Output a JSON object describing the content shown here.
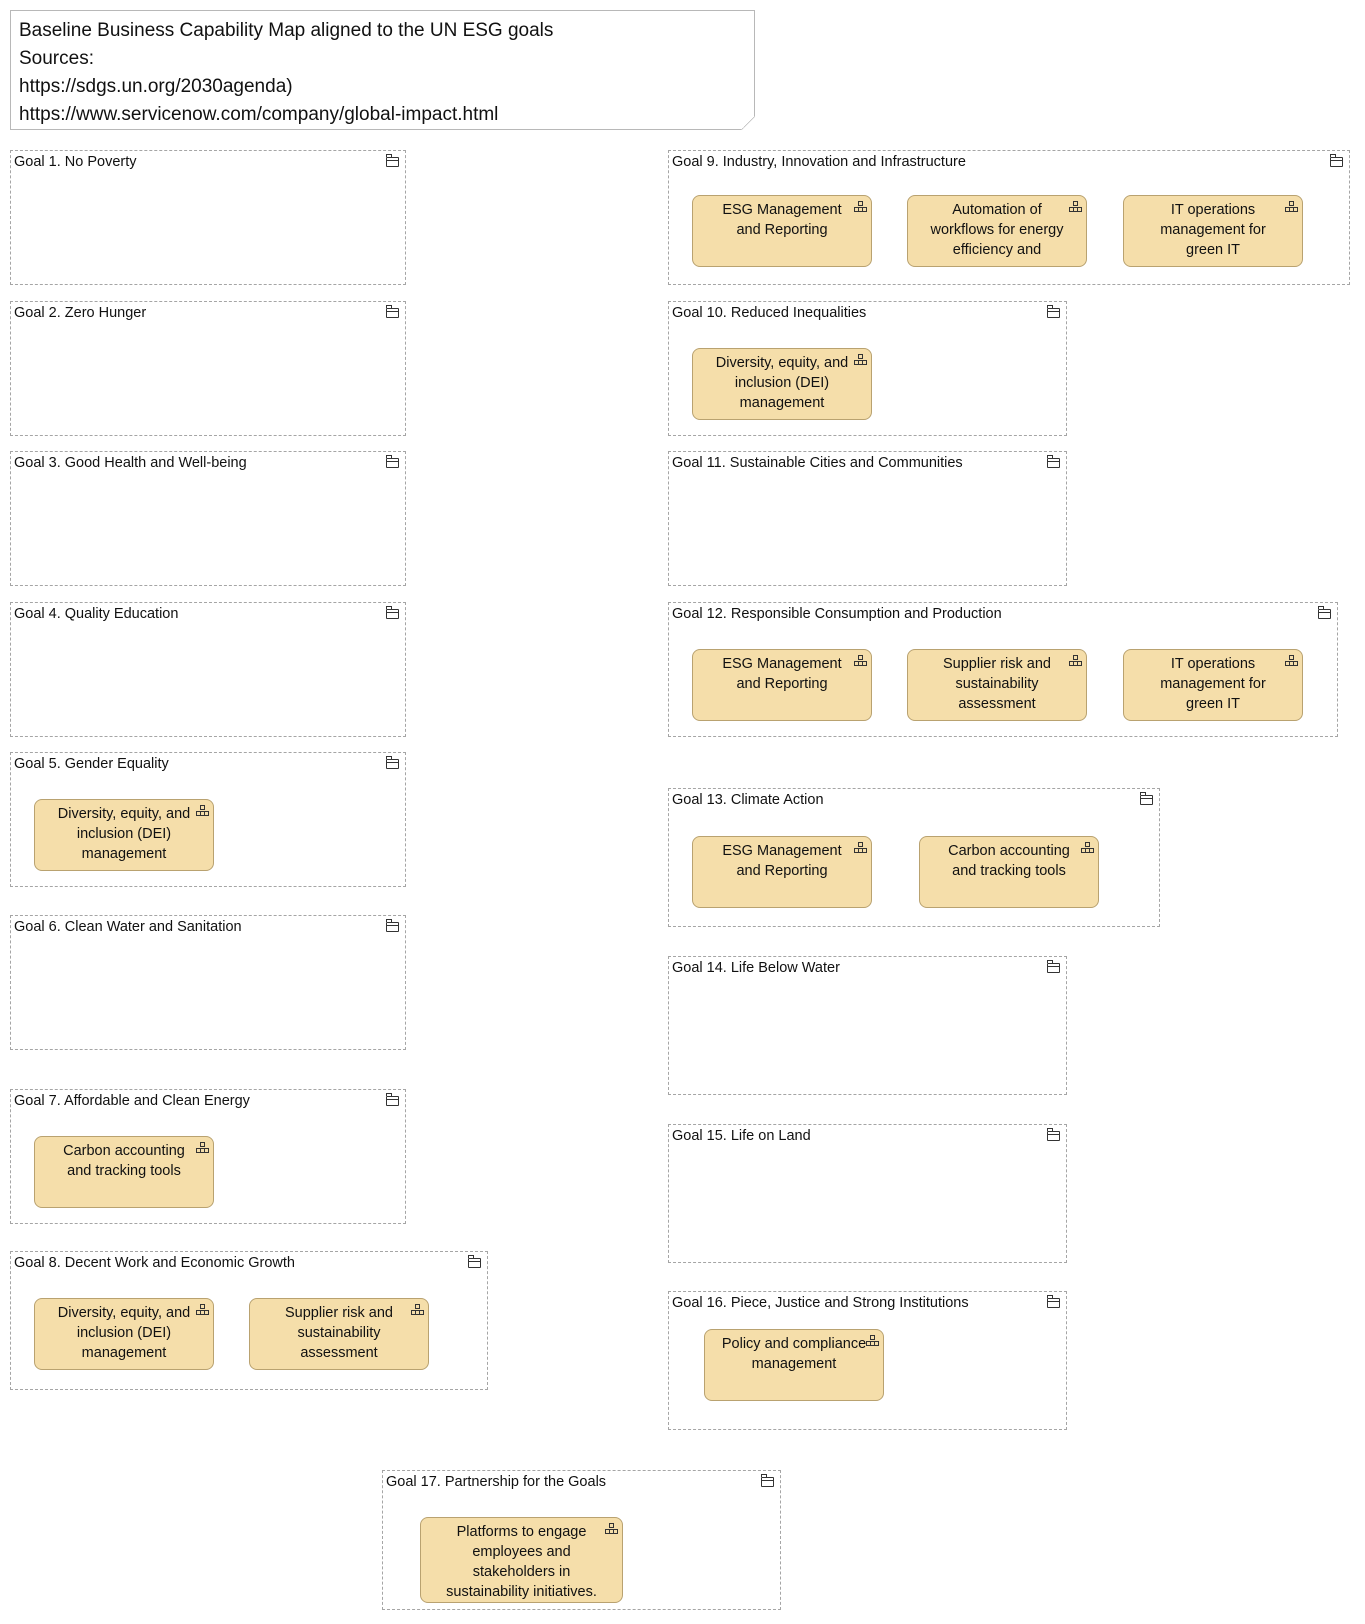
{
  "header_note": {
    "lines": [
      "Baseline Business Capability Map aligned to the UN ESG goals",
      "Sources:",
      "https://sdgs.un.org/2030agenda)",
      "https://www.servicenow.com/company/global-impact.html"
    ]
  },
  "goals": [
    {
      "title": "Goal 1. No Poverty",
      "capabilities": []
    },
    {
      "title": "Goal 2. Zero Hunger",
      "capabilities": []
    },
    {
      "title": "Goal 3.  Good Health and Well-being",
      "capabilities": []
    },
    {
      "title": "Goal 4. Quality Education",
      "capabilities": []
    },
    {
      "title": "Goal 5. Gender Equality",
      "capabilities": [
        "Diversity, equity, and inclusion (DEI) management"
      ]
    },
    {
      "title": "Goal 6. Clean Water and Sanitation",
      "capabilities": []
    },
    {
      "title": "Goal 7. Affordable and Clean Energy",
      "capabilities": [
        "Carbon accounting and tracking tools"
      ]
    },
    {
      "title": "Goal 8. Decent Work and Economic Growth",
      "capabilities": [
        "Diversity, equity, and inclusion (DEI) management",
        "Supplier risk and sustainability assessment"
      ]
    },
    {
      "title": "Goal 9. Industry, Innovation and Infrastructure",
      "capabilities": [
        "ESG Management and Reporting",
        "Automation of workflows for energy efficiency and",
        "IT operations management for green IT"
      ]
    },
    {
      "title": "Goal 10. Reduced Inequalities",
      "capabilities": [
        "Diversity, equity, and inclusion (DEI) management"
      ]
    },
    {
      "title": "Goal 11. Sustainable Cities and Communities",
      "capabilities": []
    },
    {
      "title": "Goal 12. Responsible Consumption and Production",
      "capabilities": [
        "ESG Management and Reporting",
        "Supplier risk and sustainability assessment",
        "IT operations management for green IT"
      ]
    },
    {
      "title": "Goal 13. Climate Action",
      "capabilities": [
        "ESG Management and Reporting",
        "Carbon accounting and tracking tools"
      ]
    },
    {
      "title": "Goal 14. Life Below Water",
      "capabilities": []
    },
    {
      "title": "Goal 15. Life on Land",
      "capabilities": []
    },
    {
      "title": "Goal 16. Piece, Justice and Strong Institutions",
      "capabilities": [
        "Policy and compliance management"
      ]
    },
    {
      "title": "Goal 17. Partnership for the Goals",
      "capabilities": [
        "Platforms to engage employees and stakeholders in sustainability initiatives."
      ]
    }
  ],
  "colors": {
    "capability_fill": "#f5deaa",
    "capability_border": "#b9a270",
    "group_border": "#a5a5a5"
  },
  "icons": {
    "group": "folder-icon",
    "capability": "capability-icon"
  }
}
